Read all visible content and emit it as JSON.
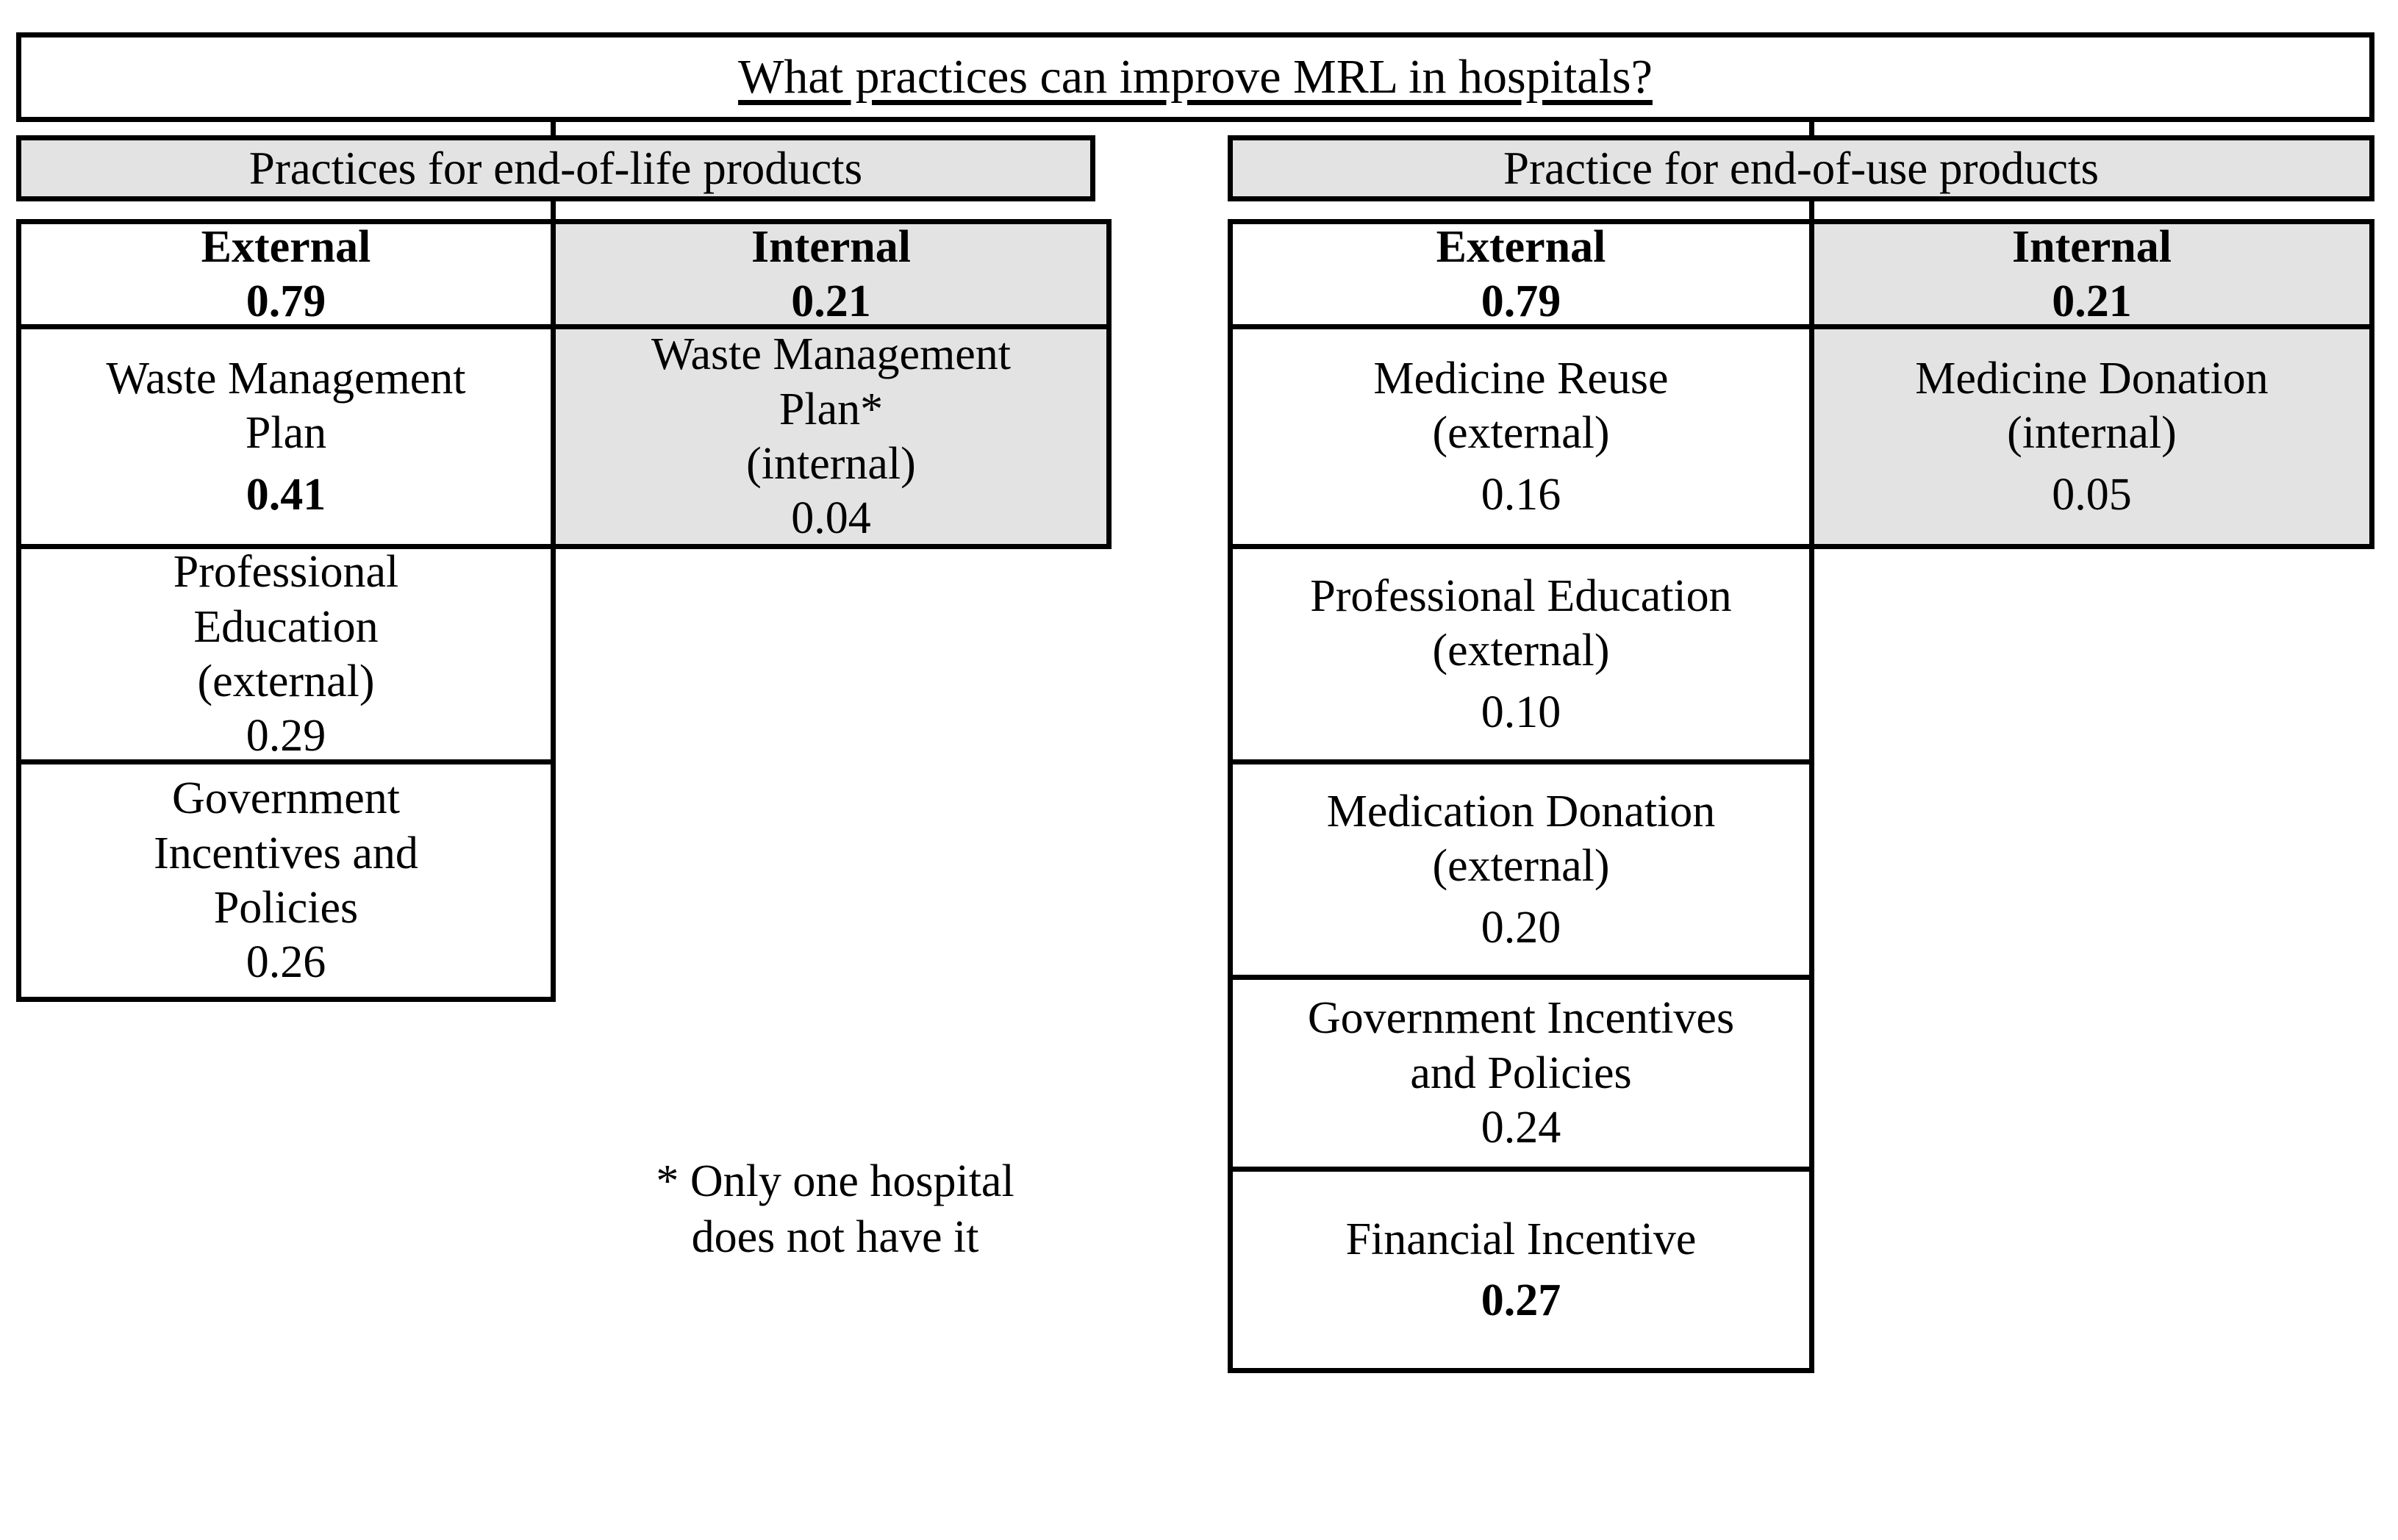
{
  "title": {
    "text": "What practices can improve MRL in hospitals?"
  },
  "groups": [
    {
      "name": "end-of-life",
      "header": "Practices for end-of-life products",
      "columns": [
        {
          "name": "external",
          "header_label": "External",
          "header_value": "0.79",
          "shaded": false,
          "items": [
            {
              "lines": [
                "Waste Management",
                "Plan"
              ],
              "value": "0.41",
              "value_bold": true,
              "spacer": true
            },
            {
              "lines": [
                "Professional",
                "Education",
                "(external)"
              ],
              "value": "0.29",
              "value_bold": false,
              "spacer": false
            },
            {
              "lines": [
                "Government",
                "Incentives and",
                "Policies"
              ],
              "value": "0.26",
              "value_bold": false,
              "spacer": false
            }
          ]
        },
        {
          "name": "internal",
          "header_label": "Internal",
          "header_value": "0.21",
          "shaded": true,
          "items": [
            {
              "lines": [
                "Waste Management",
                "Plan*",
                "(internal)"
              ],
              "value": "0.04",
              "value_bold": false,
              "spacer": false
            }
          ]
        }
      ]
    },
    {
      "name": "end-of-use",
      "header": "Practice for end-of-use products",
      "columns": [
        {
          "name": "external",
          "header_label": "External",
          "header_value": "0.79",
          "shaded": false,
          "items": [
            {
              "lines": [
                "Medicine Reuse",
                "(external)"
              ],
              "value": "0.16",
              "value_bold": false,
              "spacer": true
            },
            {
              "lines": [
                "Professional Education",
                "(external)"
              ],
              "value": "0.10",
              "value_bold": false,
              "spacer": true
            },
            {
              "lines": [
                "Medication Donation",
                "(external)"
              ],
              "value": "0.20",
              "value_bold": false,
              "spacer": true
            },
            {
              "lines": [
                "Government Incentives",
                "and Policies"
              ],
              "value": "0.24",
              "value_bold": false,
              "spacer": false
            },
            {
              "lines": [
                "Financial Incentive"
              ],
              "value": "0.27",
              "value_bold": true,
              "spacer": true
            }
          ]
        },
        {
          "name": "internal",
          "header_label": "Internal",
          "header_value": "0.21",
          "shaded": true,
          "items": [
            {
              "lines": [
                "Medicine Donation",
                "(internal)"
              ],
              "value": "0.05",
              "value_bold": false,
              "spacer": true
            }
          ]
        }
      ]
    }
  ],
  "footnote": {
    "line1": "* Only one hospital",
    "line2": "does not have it"
  },
  "colors": {
    "shaded_fill": "#e3e3e3",
    "border": "#000000",
    "background": "#ffffff"
  }
}
